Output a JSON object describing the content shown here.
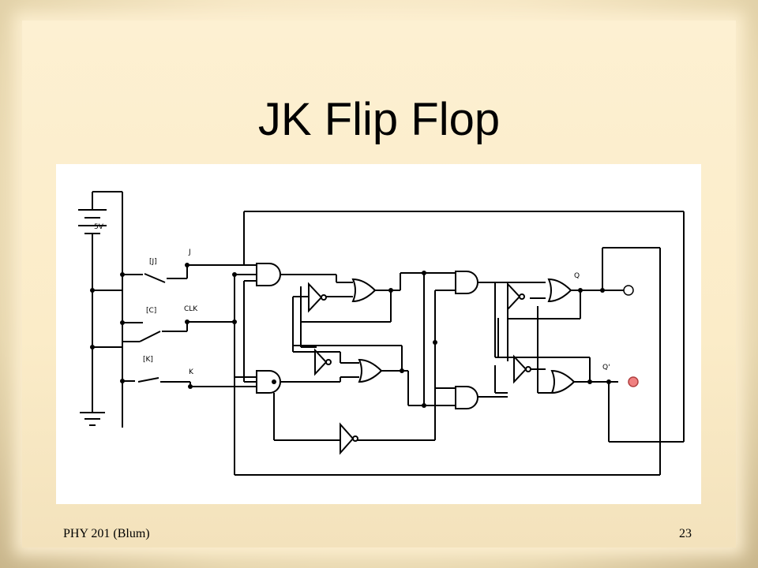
{
  "slide": {
    "title": "JK Flip Flop",
    "footer_left": "PHY 201 (Blum)",
    "page_number": "23"
  },
  "circuit": {
    "supply_label": "5V",
    "switch_labels": [
      "[J]",
      "[C]",
      "[K]"
    ],
    "input_labels": [
      "J",
      "CLK",
      "K"
    ],
    "output_labels": [
      "Q",
      "Q'"
    ],
    "colors": {
      "wire": "#000000",
      "led_on": "#f08080",
      "led_off": "#ffffff"
    }
  }
}
